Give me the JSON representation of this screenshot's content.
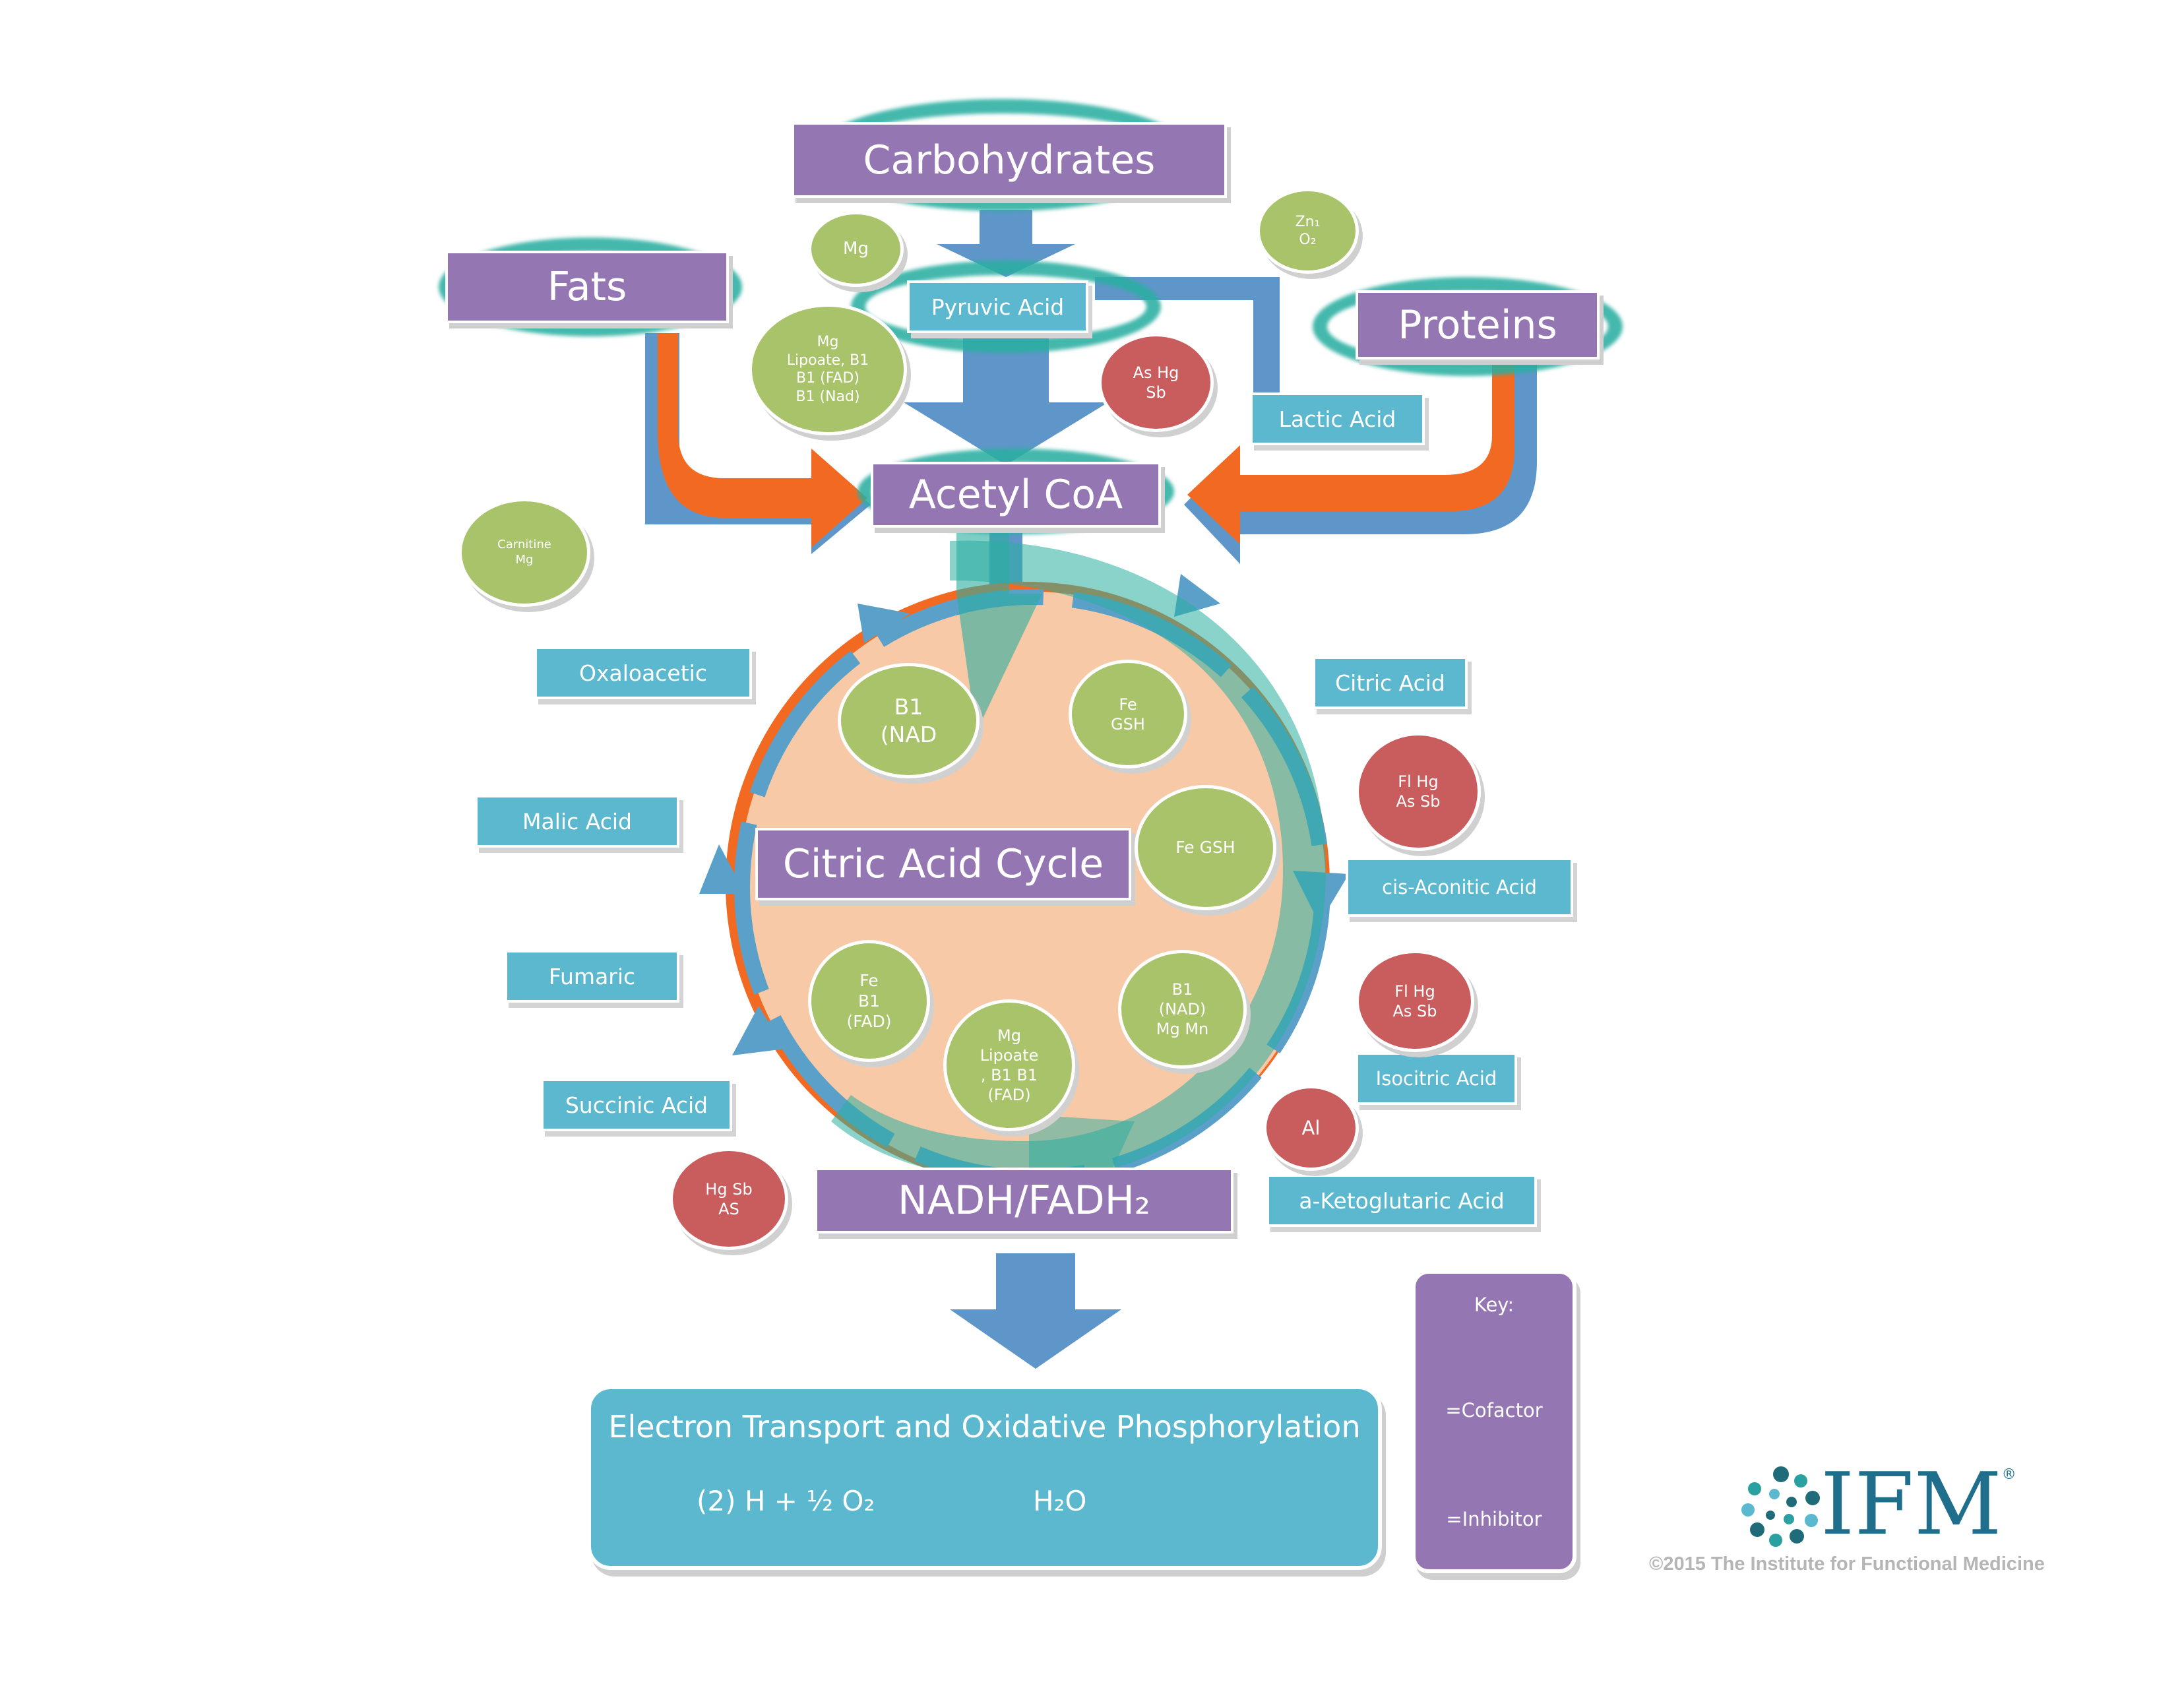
{
  "nodes": {
    "carbohydrates": "Carbohydrates",
    "fats": "Fats",
    "proteins": "Proteins",
    "pyruvic_acid": "Pyruvic Acid",
    "lactic_acid": "Lactic Acid",
    "acetyl_coa": "Acetyl CoA",
    "citric_acid_cycle": "Citric Acid Cycle",
    "nadh_fadh2": "NADH/FADH₂",
    "oxaloacetic": "Oxaloacetic",
    "citric_acid": "Citric Acid",
    "malic_acid": "Malic Acid",
    "cis_aconitic_acid": "cis-Aconitic Acid",
    "fumaric": "Fumaric",
    "isocitric_acid": "Isocitric Acid",
    "succinic_acid": "Succinic Acid",
    "a_ketoglutaric_acid": "a-Ketoglutaric  Acid"
  },
  "cofactors": {
    "mg_top": "Mg",
    "zn_o2": "Zn₁\nO₂",
    "mg_lipoate": "Mg\nLipoate, B1\nB1 (FAD)\nB1 (Nad)",
    "carnitine": "Carnitine\nMg",
    "b1_nad": "B1\n(NAD",
    "fe_gsh_1": "Fe\nGSH",
    "fe_gsh_2": "Fe GSH",
    "fe_b1_fad": "Fe\nB1\n(FAD)",
    "mg_lipoate_b1": "Mg\nLipoate\n, B1 B1\n(FAD)",
    "b1_nad_mg_mn": "B1\n(NAD)\nMg Mn"
  },
  "inhibitors": {
    "as_hg_sb": "As Hg\nSb",
    "fl_hg_as_sb_1": "Fl Hg\nAs Sb",
    "fl_hg_as_sb_2": "Fl Hg\nAs Sb",
    "al": "Al",
    "hg_sb_as": "Hg Sb\nAS"
  },
  "electron_transport": {
    "title": "Electron Transport and Oxidative Phosphorylation",
    "equation_left": "(2) H + ½ O₂",
    "equation_right": "H₂O"
  },
  "key": {
    "title": "Key:",
    "cofactor": "=Cofactor",
    "inhibitor": "=Inhibitor"
  },
  "branding": {
    "logo_text": "IFM",
    "registered": "®",
    "copyright": "©2015 The Institute for Functional Medicine"
  },
  "colors": {
    "purple": "#9476b3",
    "teal_box": "#5bb8cf",
    "cofactor_green": "#a9c36b",
    "inhibitor_red": "#c95c5c",
    "arrow_blue": "#5f96c9",
    "arrow_orange": "#f26a22",
    "cycle_fill": "#f8c9a6",
    "glow_teal": "#2aaea0"
  }
}
